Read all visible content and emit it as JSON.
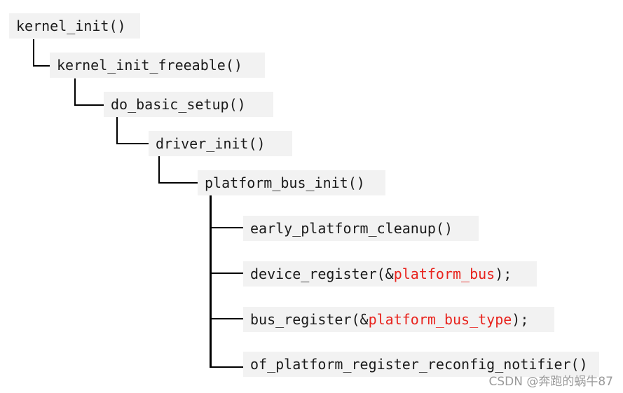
{
  "colors": {
    "box_background": "#f2f2f2",
    "connector": "#000000",
    "highlight": "#e8231d",
    "text": "#1a1a1a"
  },
  "nodes": [
    {
      "id": "kernel_init",
      "text": "kernel_init()"
    },
    {
      "id": "kernel_init_freeable",
      "text": "kernel_init_freeable()"
    },
    {
      "id": "do_basic_setup",
      "text": "do_basic_setup()"
    },
    {
      "id": "driver_init",
      "text": "driver_init()"
    },
    {
      "id": "platform_bus_init",
      "text": "platform_bus_init()"
    },
    {
      "id": "early_platform_cleanup",
      "text": "early_platform_cleanup()"
    },
    {
      "id": "device_register",
      "prefix": "device_register(&",
      "highlight": "platform_bus",
      "suffix": ");"
    },
    {
      "id": "bus_register",
      "prefix": "bus_register(&",
      "highlight": "platform_bus_type",
      "suffix": ");"
    },
    {
      "id": "of_platform_register_reconfig_notifier",
      "text": "of_platform_register_reconfig_notifier()"
    }
  ],
  "edges": [
    [
      "kernel_init",
      "kernel_init_freeable"
    ],
    [
      "kernel_init_freeable",
      "do_basic_setup"
    ],
    [
      "do_basic_setup",
      "driver_init"
    ],
    [
      "driver_init",
      "platform_bus_init"
    ],
    [
      "platform_bus_init",
      "early_platform_cleanup"
    ],
    [
      "platform_bus_init",
      "device_register"
    ],
    [
      "platform_bus_init",
      "bus_register"
    ],
    [
      "platform_bus_init",
      "of_platform_register_reconfig_notifier"
    ]
  ],
  "watermark": "CSDN @奔跑的蜗牛87"
}
